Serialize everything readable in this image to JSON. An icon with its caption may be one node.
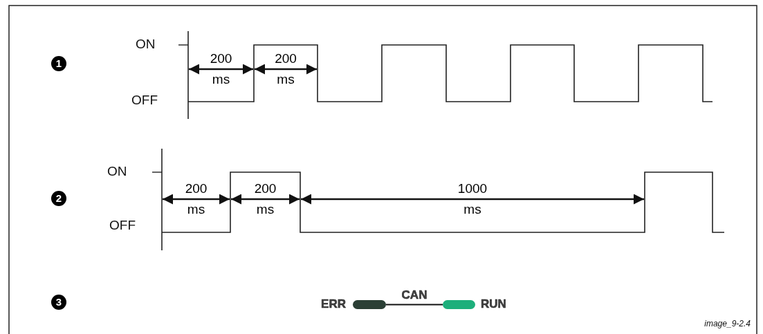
{
  "diagram": {
    "nodes": [
      {
        "text": [],
        "shape": "bar",
        "beside": [
          "ERR"
        ]
      },
      {
        "text": [],
        "shape": "bar",
        "beside": [
          "RUN"
        ]
      }
    ],
    "edges": [
      {
        "from": 0,
        "to": 1,
        "arrow": "none",
        "label": "CAN"
      }
    ],
    "labels": [
      "1",
      "ON",
      "OFF",
      "200 ms",
      "200 ms",
      "2",
      "ON",
      "OFF",
      "200 ms",
      "200 ms",
      "1000 ms",
      "3",
      "image_9-2.4"
    ]
  }
}
